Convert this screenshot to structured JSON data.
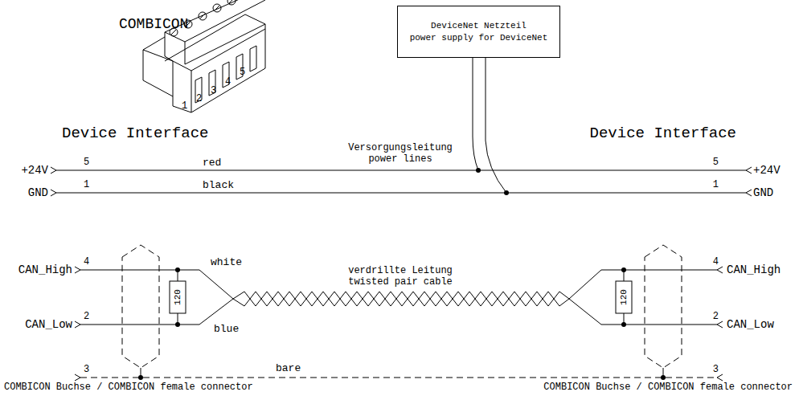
{
  "diagram": {
    "nodes": [
      {
        "text": [
          "DeviceNet Netzteil",
          "power supply for DeviceNet"
        ]
      }
    ],
    "labels": [
      "COMBICON",
      "1",
      "2",
      "3",
      "4",
      "5",
      "Device Interface",
      "Device Interface",
      "+24V",
      "5",
      "red",
      "Versorgungsleitung",
      "power lines",
      "5",
      "+24V",
      "GND",
      "1",
      "black",
      "1",
      "GND",
      "CAN_High",
      "4",
      "white",
      "120",
      "verdrillte Leitung",
      "twisted pair cable",
      "120",
      "4",
      "CAN_High",
      "CAN_Low",
      "2",
      "blue",
      "2",
      "CAN_Low",
      "3",
      "bare",
      "3",
      "COMBICON Buchse / COMBICON female connector",
      "COMBICON Buchse / COMBICON female connector"
    ]
  }
}
